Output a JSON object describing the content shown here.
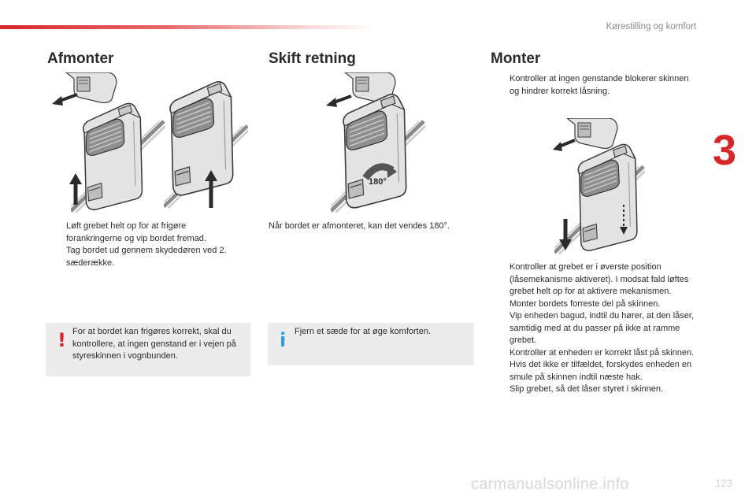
{
  "header": {
    "chapter_title": "Kørestilling og komfort",
    "chapter_number": "3",
    "page_number": "123"
  },
  "watermark": "carmanualsonline.info",
  "colors": {
    "accent_red": "#d8262a",
    "info_blue": "#2e9fe0",
    "box_grey": "#ececec"
  },
  "bullet_symbol": "",
  "sections": {
    "afmonter": {
      "title": "Afmonter",
      "bullets": [
        "Løft grebet helt op for at frigøre forankringerne og vip bordet fremad.",
        "Tag bordet ud gennem skydedøren ved 2. sæderække."
      ],
      "warning": {
        "icon": "!",
        "text": "For at bordet kan frigøres korrekt, skal du kontrollere, at ingen genstand er i vejen på styreskinnen i vognbunden."
      }
    },
    "skift": {
      "title": "Skift retning",
      "text": "Når bordet er afmonteret, kan det vendes 180°.",
      "rotation_label": "180°",
      "info": {
        "icon": "i",
        "text": "Fjern et sæde for at øge komforten."
      }
    },
    "monter": {
      "title": "Monter",
      "intro_bullet": "Kontroller at ingen genstande blokerer skinnen og hindrer korrekt låsning.",
      "bullets": [
        "Kontroller at grebet er i øverste position (låsemekanisme aktiveret). I modsat fald løftes grebet helt op for at aktivere mekanismen.",
        "Monter bordets forreste del på skinnen.",
        "Vip enheden bagud, indtil du hører, at den låser, samtidig med at du passer på ikke at ramme grebet.",
        "Kontroller at enheden er korrekt låst på skinnen. Hvis det ikke er tilfældet, forskydes enheden en smule på skinnen indtil næste hak.",
        "Slip grebet, så det låser styret i skinnen."
      ]
    }
  }
}
